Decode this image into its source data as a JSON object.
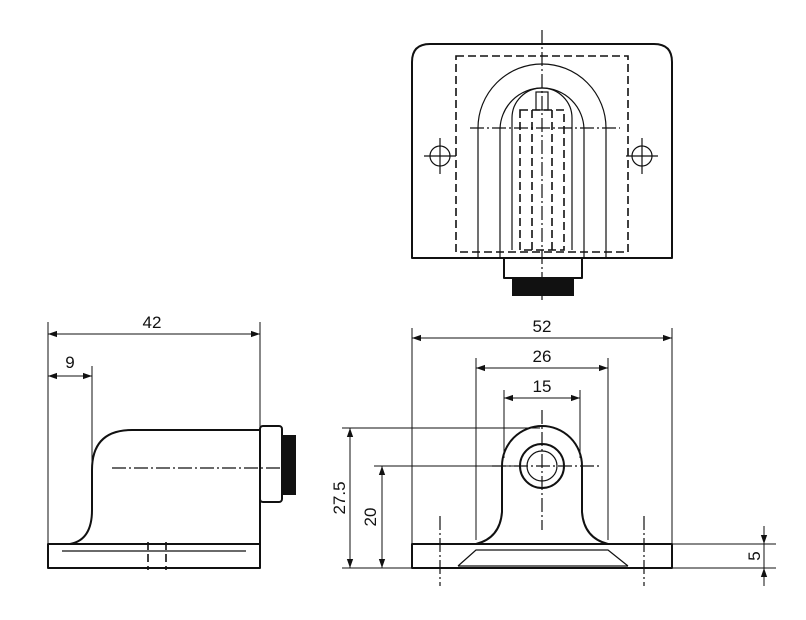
{
  "dimensions": {
    "side_length": "42",
    "side_offset": "9",
    "base_width": "52",
    "hole_spacing": "26",
    "boss_width": "15",
    "overall_height": "27.5",
    "center_height": "20",
    "base_thickness": "5"
  },
  "colors": {
    "line": "#111111",
    "background": "#ffffff"
  }
}
